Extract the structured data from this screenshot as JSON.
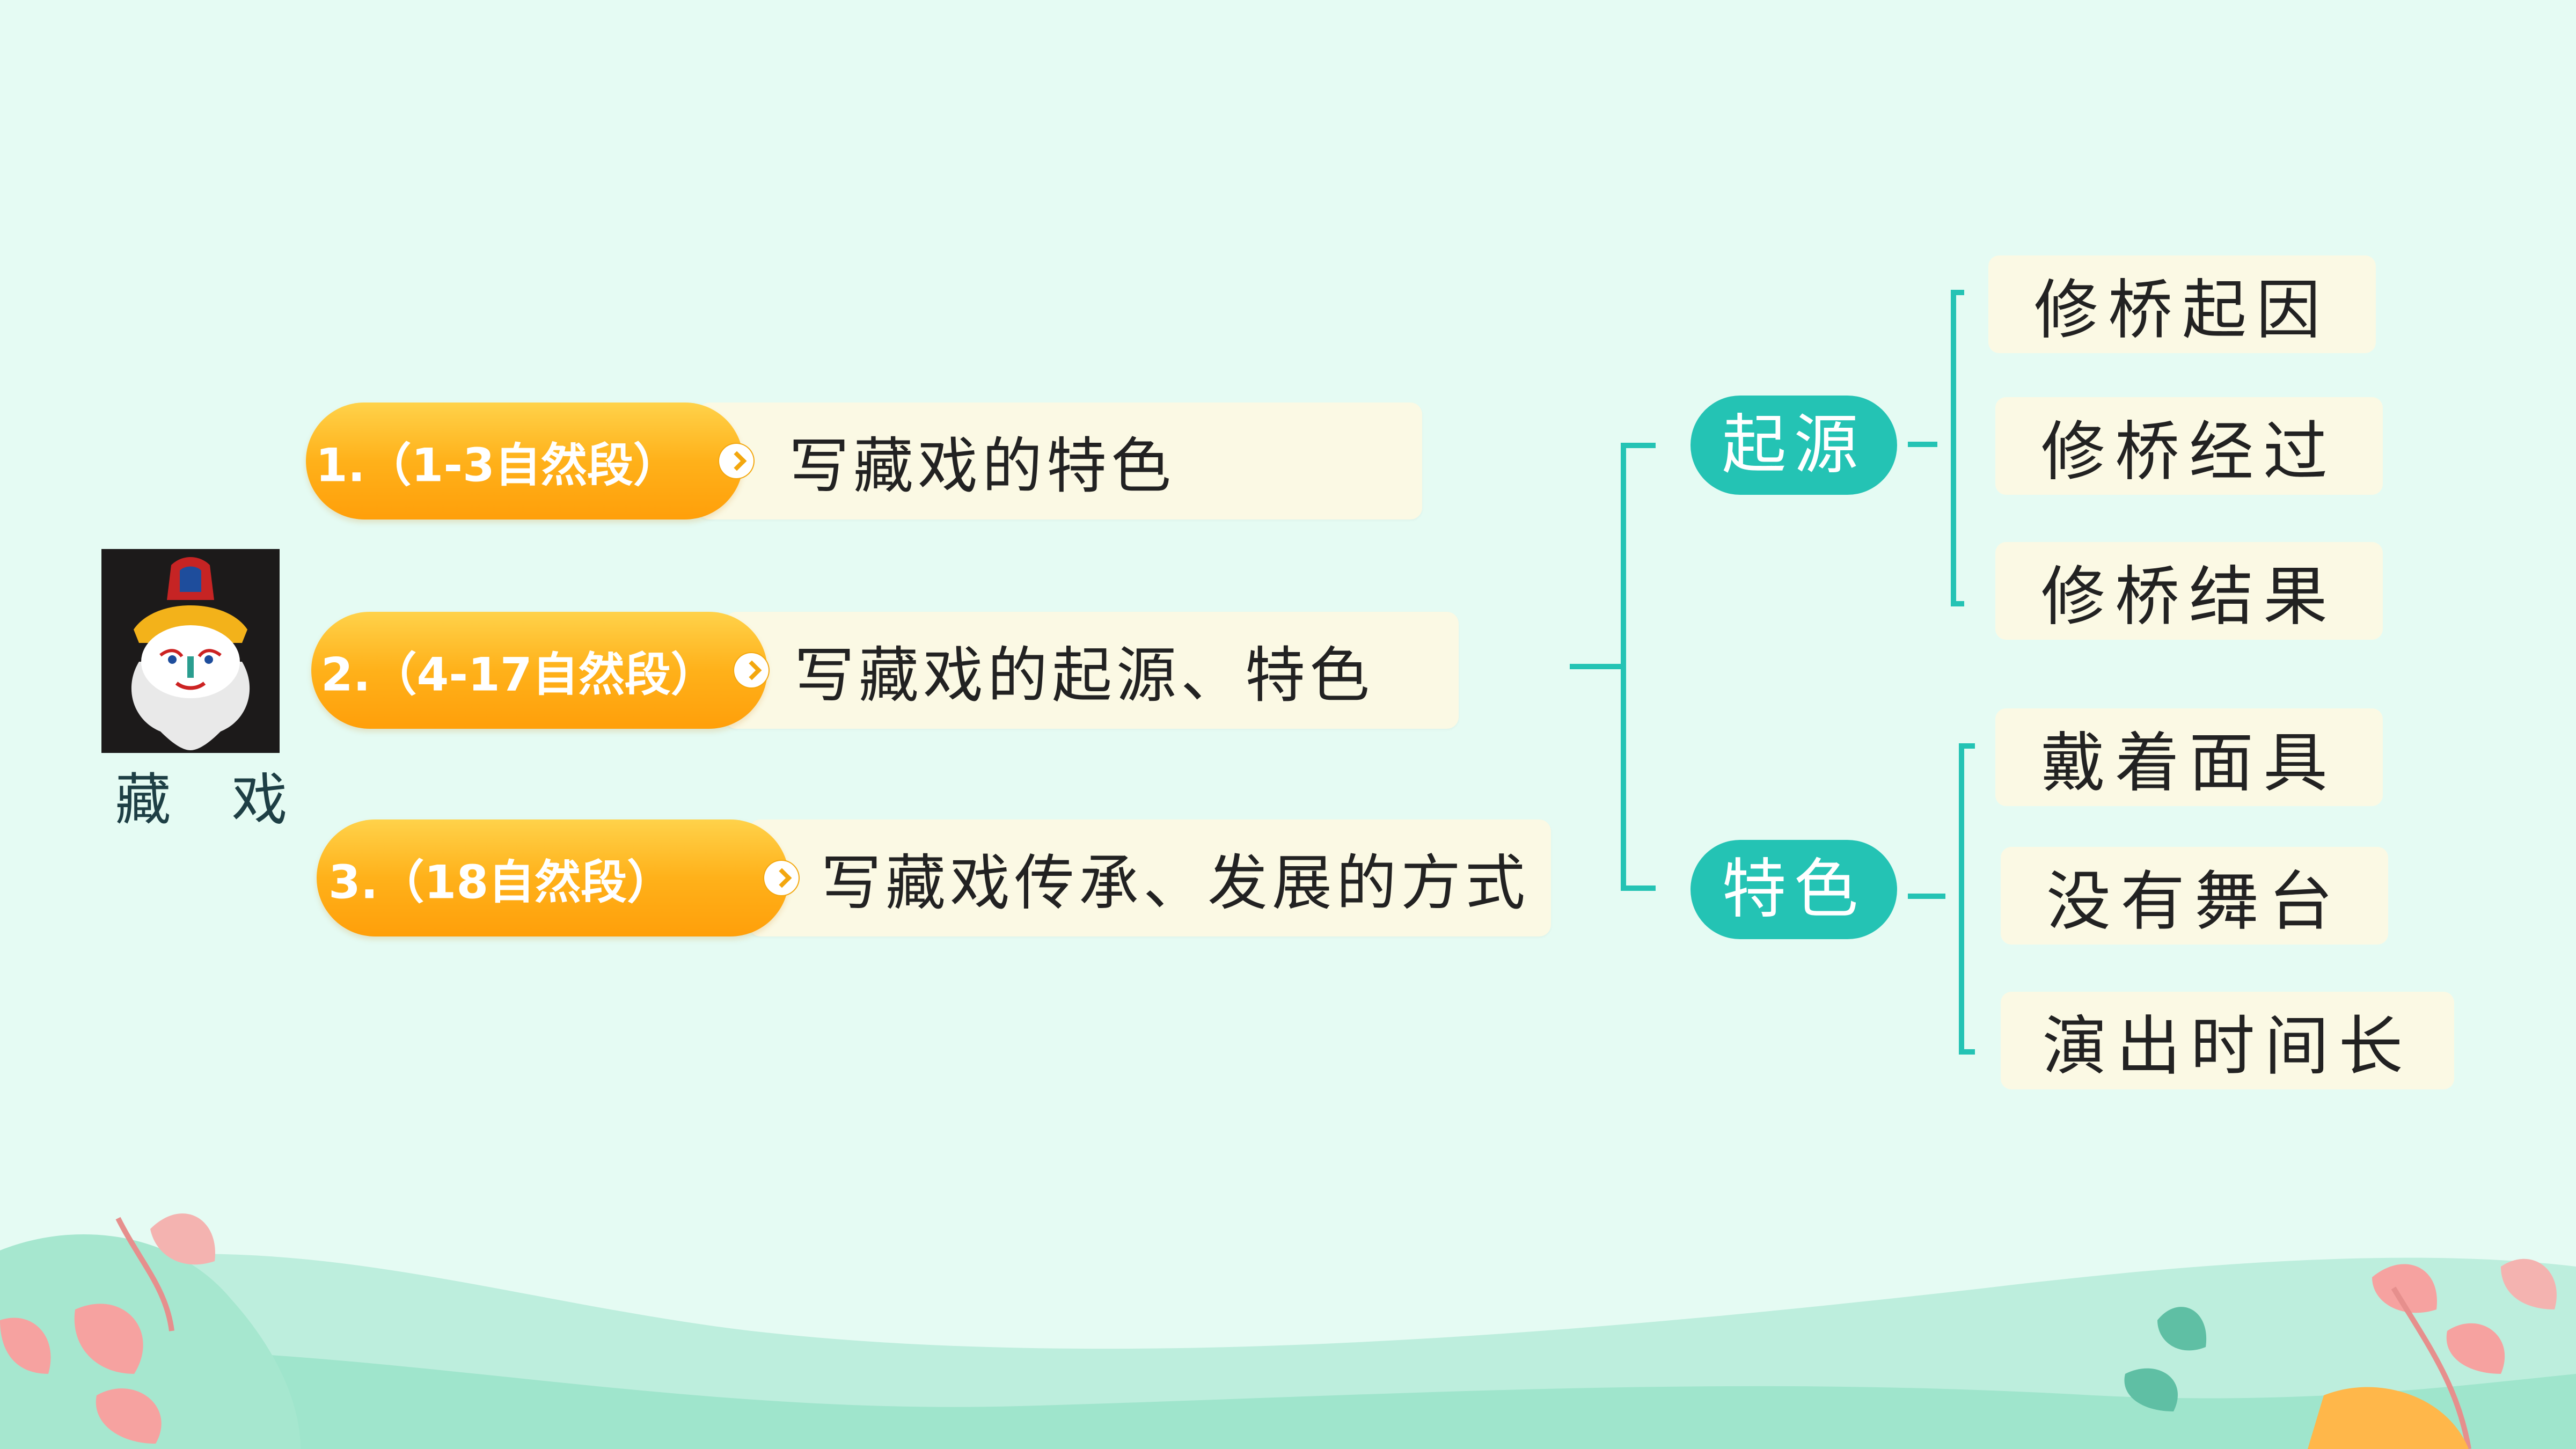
{
  "title": {
    "caption": "藏 戏"
  },
  "paragraphs": [
    {
      "label": "1.（1-3自然段）",
      "desc": "写藏戏的特色"
    },
    {
      "label": "2.（4-17自然段）",
      "desc": "写藏戏的起源、特色"
    },
    {
      "label": "3.（18自然段）",
      "desc": "写藏戏传承、发展的方式"
    }
  ],
  "categories": [
    {
      "label": "起源",
      "items": [
        "修桥起因",
        "修桥经过",
        "修桥结果"
      ]
    },
    {
      "label": "特色",
      "items": [
        "戴着面具",
        "没有舞台",
        "演出时间长"
      ]
    }
  ],
  "colors": {
    "background": "#e5fbf3",
    "accent_teal": "#24c3b4",
    "accent_orange": "#ffb11a",
    "box_fill": "#fbf9e4"
  }
}
